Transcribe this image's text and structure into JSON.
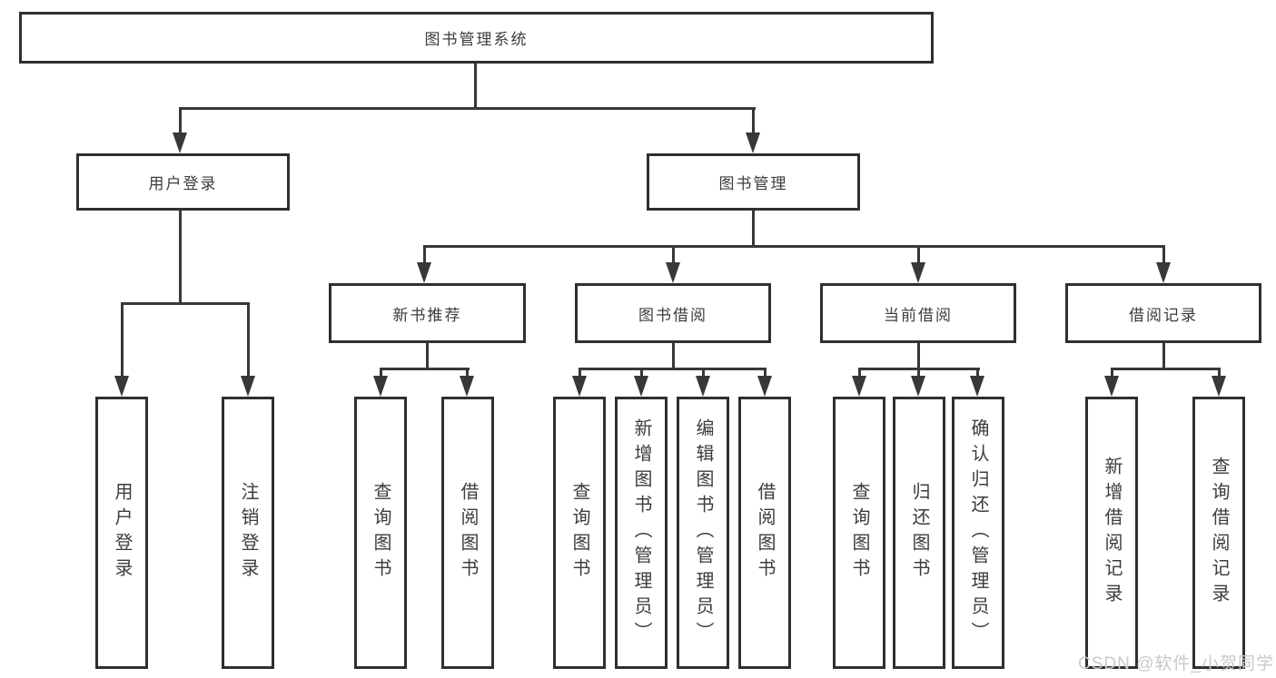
{
  "diagram_type": "hierarchy",
  "tree": {
    "label": "图书管理系统",
    "children": [
      {
        "label": "用户登录",
        "children": [
          {
            "label": "用户登录"
          },
          {
            "label": "注销登录"
          }
        ]
      },
      {
        "label": "图书管理",
        "children": [
          {
            "label": "新书推荐",
            "children": [
              {
                "label": "查询图书"
              },
              {
                "label": "借阅图书"
              }
            ]
          },
          {
            "label": "图书借阅",
            "children": [
              {
                "label": "查询图书"
              },
              {
                "label": "新增图书（管理员）"
              },
              {
                "label": "编辑图书（管理员）"
              },
              {
                "label": "借阅图书"
              }
            ]
          },
          {
            "label": "当前借阅",
            "children": [
              {
                "label": "查询图书"
              },
              {
                "label": "归还图书"
              },
              {
                "label": "确认归还（管理员）"
              }
            ]
          },
          {
            "label": "借阅记录",
            "children": [
              {
                "label": "新增借阅记录"
              },
              {
                "label": "查询借阅记录"
              }
            ]
          }
        ]
      }
    ]
  },
  "watermark": {
    "text": "CSDN @软件_小贺同学"
  },
  "colors": {
    "line": "#383838",
    "box_border": "#2f2f2f",
    "text": "#3c3c3c",
    "watermark": "#c9c9c9",
    "background": "#ffffff"
  }
}
